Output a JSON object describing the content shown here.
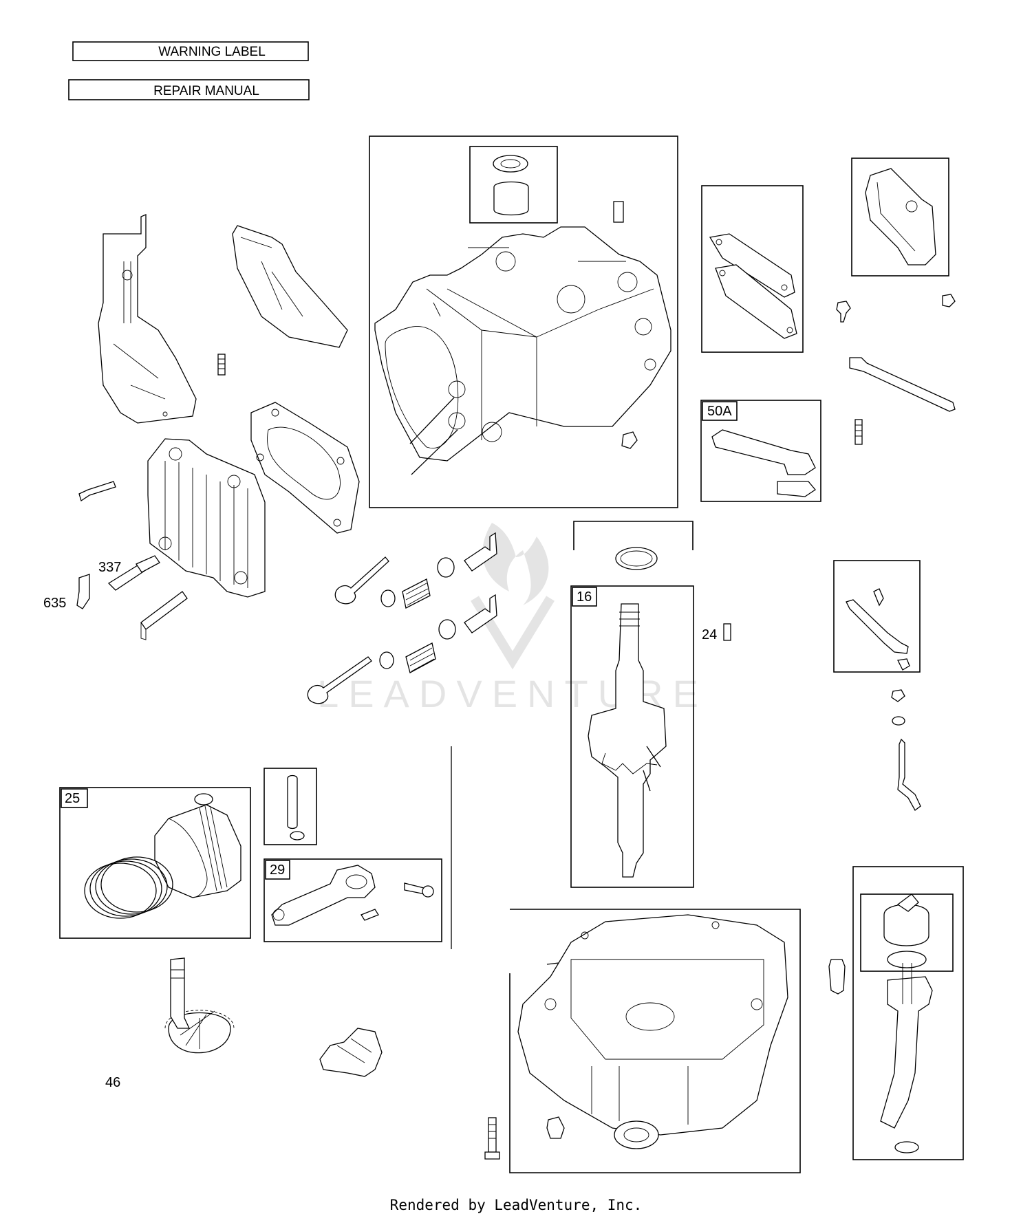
{
  "header": {
    "warning_label": "WARNING LABEL",
    "repair_manual": "REPAIR MANUAL"
  },
  "callouts": {
    "c337": "337",
    "c635": "635",
    "c50a": "50A",
    "c16": "16",
    "c24": "24",
    "c25": "25",
    "c29": "29",
    "c46": "46"
  },
  "footer": {
    "rendered_by": "Rendered by LeadVenture, Inc."
  },
  "watermark": "LEADVENTURE"
}
